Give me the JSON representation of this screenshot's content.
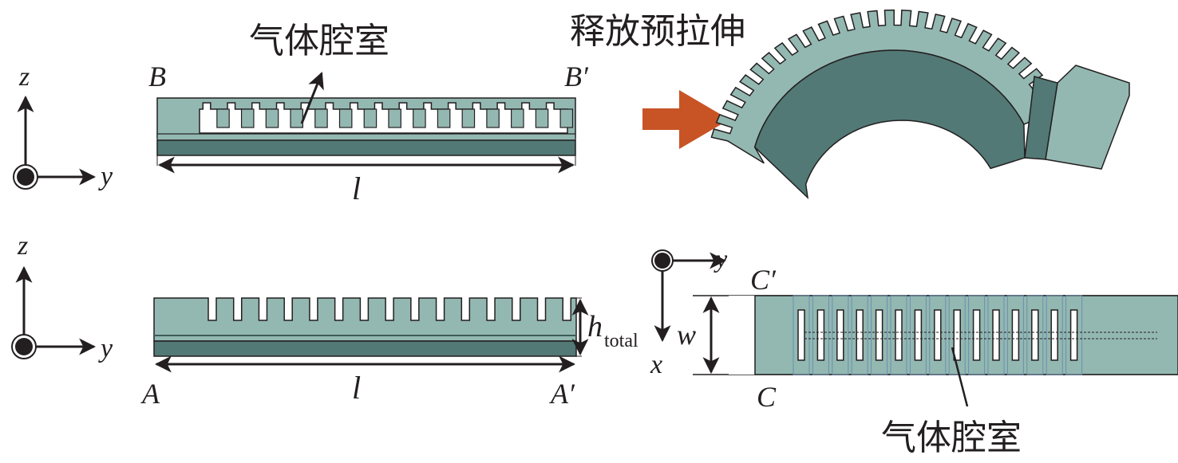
{
  "colors": {
    "light_layer": "#93b8b1",
    "dark_layer": "#527975",
    "release_arrow": "#c85426",
    "outline": "#231f20",
    "cavity": "#ffffff",
    "wall_line": "#6b8fb0"
  },
  "labels": {
    "gas_chamber_top": "气体腔室",
    "release_prestretch": "释放预拉伸",
    "gas_chamber_bottom": "气体腔室",
    "B": "B",
    "B_prime": "B′",
    "A": "A",
    "A_prime": "A′",
    "C": "C",
    "C_prime": "C′",
    "length_top": "l",
    "length_bottom": "l",
    "h": "h",
    "h_sub": "total",
    "w": "w"
  },
  "axes": [
    {
      "id": "axes-top-left",
      "vertical": "z",
      "horizontal": "y",
      "out_of_plane": "x"
    },
    {
      "id": "axes-bottom-left",
      "vertical": "z",
      "horizontal": "y",
      "out_of_plane": "x"
    },
    {
      "id": "axes-top-view",
      "vertical": "x",
      "horizontal": "y",
      "out_of_plane": "z"
    }
  ],
  "structure": {
    "top_section_teeth": 15,
    "side_view_slots": 15,
    "top_view_chambers": 15,
    "curled_actuator_teeth": 27
  }
}
